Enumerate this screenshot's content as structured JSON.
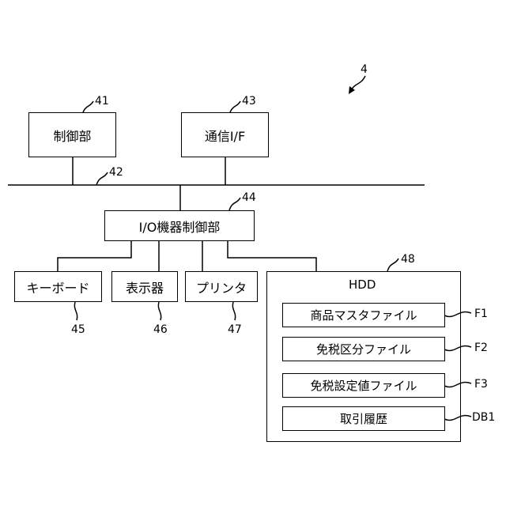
{
  "figure": {
    "ref": "4"
  },
  "blocks": {
    "control": {
      "label": "制御部",
      "ref": "41"
    },
    "comm": {
      "label": "通信I/F",
      "ref": "43"
    },
    "bus": {
      "ref": "42"
    },
    "io": {
      "label": "I/O機器制御部",
      "ref": "44"
    },
    "keyboard": {
      "label": "キーボード",
      "ref": "45"
    },
    "display": {
      "label": "表示器",
      "ref": "46"
    },
    "printer": {
      "label": "プリンタ",
      "ref": "47"
    },
    "hdd": {
      "label": "HDD",
      "ref": "48"
    }
  },
  "files": [
    {
      "label": "商品マスタファイル",
      "ref": "F1"
    },
    {
      "label": "免税区分ファイル",
      "ref": "F2"
    },
    {
      "label": "免税設定値ファイル",
      "ref": "F3"
    },
    {
      "label": "取引履歴",
      "ref": "DB1"
    }
  ]
}
